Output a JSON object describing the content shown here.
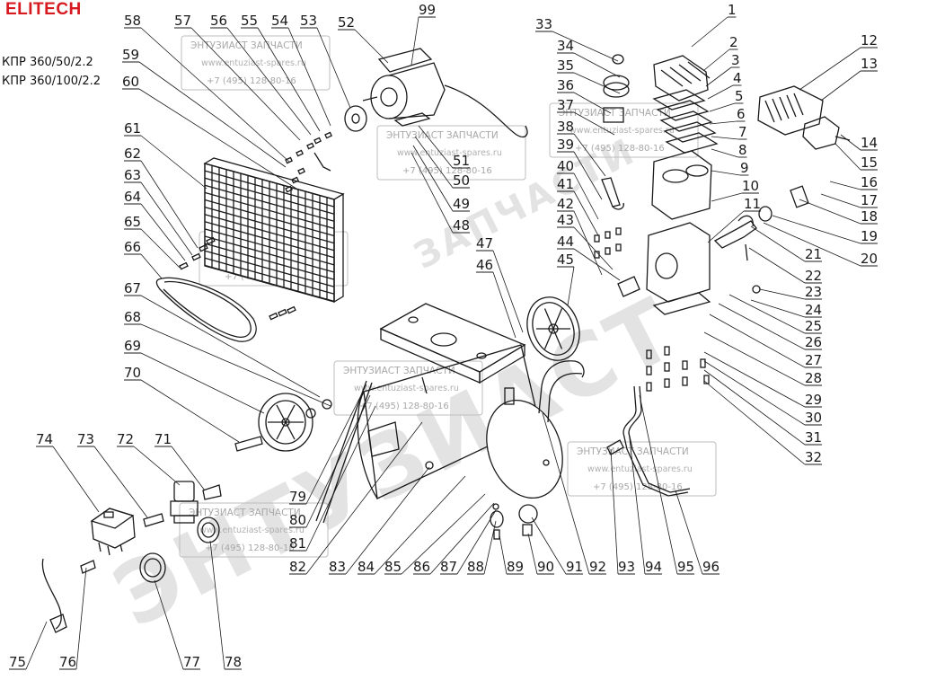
{
  "brand": {
    "name": "ELITECH",
    "color": "#d71920"
  },
  "models": [
    "КПР 360/50/2.2",
    "КПР 360/100/2.2"
  ],
  "watermark": {
    "main": "ЭНТУЗИАСТ",
    "secondary": "ЗАПЧАСТИ",
    "box_title": "ЭНТУЗИАСТ ЗАПЧАСТИ",
    "box_site": "www.entuziast-spares.ru",
    "box_phone": "+7 (495) 128-80-16"
  },
  "part_numbers": [
    "1",
    "2",
    "3",
    "4",
    "5",
    "6",
    "7",
    "8",
    "9",
    "10",
    "11",
    "12",
    "13",
    "14",
    "15",
    "16",
    "17",
    "18",
    "19",
    "20",
    "21",
    "22",
    "23",
    "24",
    "25",
    "26",
    "27",
    "28",
    "29",
    "30",
    "31",
    "32",
    "33",
    "34",
    "35",
    "36",
    "37",
    "38",
    "39",
    "40",
    "41",
    "42",
    "43",
    "44",
    "45",
    "46",
    "47",
    "48",
    "49",
    "50",
    "51",
    "52",
    "53",
    "54",
    "55",
    "56",
    "57",
    "58",
    "59",
    "60",
    "61",
    "62",
    "63",
    "64",
    "65",
    "66",
    "67",
    "68",
    "69",
    "70",
    "71",
    "72",
    "73",
    "74",
    "75",
    "76",
    "77",
    "78",
    "79",
    "80",
    "81",
    "82",
    "83",
    "84",
    "85",
    "86",
    "87",
    "88",
    "89",
    "90",
    "91",
    "92",
    "93",
    "94",
    "95",
    "96",
    "99"
  ],
  "colors": {
    "line": "#1a1a1a",
    "watermark": "#d9d9d9",
    "box": "#bdbdbd"
  }
}
